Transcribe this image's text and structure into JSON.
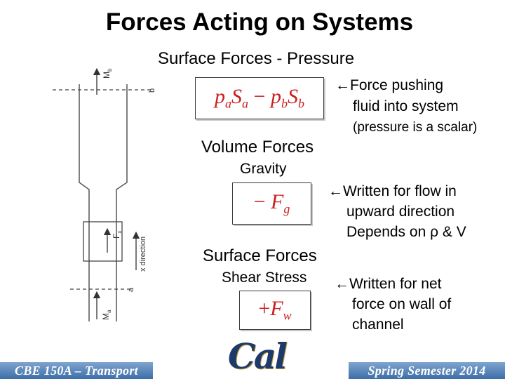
{
  "slide": {
    "title": "Forces Acting on Systems",
    "surface_pressure_heading": "Surface Forces - Pressure",
    "pressure_formula": {
      "p_a": "a",
      "S_a": "a",
      "p_b": "b",
      "S_b": "b"
    },
    "pressure_note_line1": "←Force pushing",
    "pressure_note_line2": "fluid into system",
    "pressure_note_line3": "(pressure is a scalar)",
    "volume_heading": "Volume Forces",
    "gravity_label": "Gravity",
    "gravity_formula_sub": "g",
    "gravity_note_line1": "←Written for flow in",
    "gravity_note_line2": "upward direction",
    "gravity_note_line3": "Depends on ρ & V",
    "shear_heading": "Surface Forces",
    "shear_label": "Shear Stress",
    "shear_formula_sub": "w",
    "shear_note_line1": "←Written for net",
    "shear_note_line2": "force on wall of",
    "shear_note_line3": "channel"
  },
  "diagram": {
    "label_Mb": "M",
    "label_Mb_sub": "b",
    "label_b": "b",
    "label_Fx": "F",
    "label_Fx_sub": "x",
    "label_xdir": "x direction",
    "label_a": "a",
    "label_Ma": "M",
    "label_Ma_sub": "a"
  },
  "footer": {
    "left": "CBE 150A – Transport",
    "logo": "Cal",
    "right": "Spring Semester 2014"
  }
}
